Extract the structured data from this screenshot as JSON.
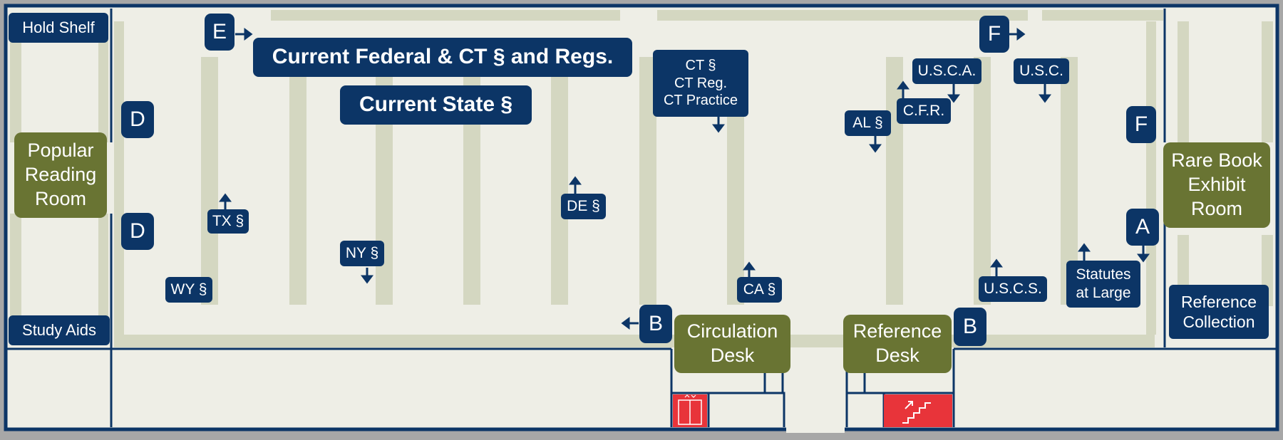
{
  "rooms": {
    "hold_shelf": "Hold Shelf",
    "study_aids": "Study Aids",
    "popular_reading": "Popular\nReading\nRoom",
    "rare_book": "Rare Book\nExhibit\nRoom",
    "reference_collection": "Reference\nCollection",
    "circulation_desk": "Circulation\nDesk",
    "reference_desk": "Reference\nDesk"
  },
  "headings": {
    "federal": "Current Federal & CT § and Regs.",
    "state": "Current State §"
  },
  "letters": {
    "e": "E",
    "d_upper": "D",
    "d_lower": "D",
    "b_left": "B",
    "b_right": "B",
    "f_top": "F",
    "f_right": "F",
    "a": "A"
  },
  "shelf_labels": {
    "tx": "TX §",
    "wy": "WY §",
    "ny": "NY §",
    "de": "DE §",
    "ct": "CT §\nCT Reg.\nCT Practice",
    "ca": "CA §",
    "al": "AL §",
    "usca": "U.S.C.A.",
    "cfr": "C.F.R.",
    "usc": "U.S.C.",
    "uscs": "U.S.C.S.",
    "statutes": "Statutes\nat Large"
  },
  "colors": {
    "navy": "#0c3566",
    "olive": "#697433",
    "floor": "#eeeee6",
    "shelf": "#d4d7c1",
    "elevator_stairs": "#e8343a"
  },
  "icons": {
    "elevator": "elevator-icon",
    "stairs": "stairs-icon"
  }
}
